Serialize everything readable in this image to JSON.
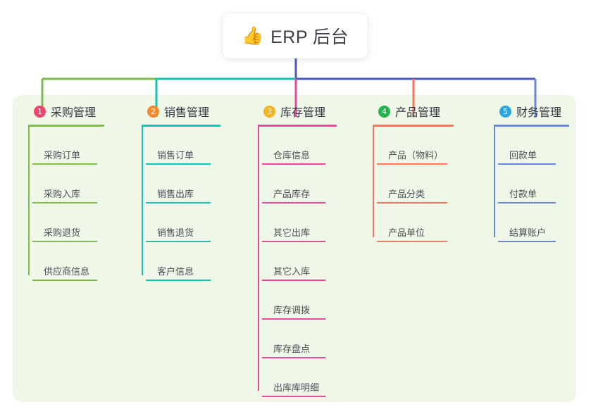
{
  "root": {
    "icon": "thumbs-up-emoji",
    "emoji": "👍",
    "title": "ERP 后台"
  },
  "diagram": {
    "type": "tree-mindmap",
    "background_panel_color": "#eff7e9",
    "trunk_color": "#4a5bc0",
    "columns": [
      {
        "number": "1",
        "title": "采购管理",
        "color": "#7cbb4c",
        "badge_color": "#f2456b",
        "items": [
          "采购订单",
          "采购入库",
          "采购退货",
          "供应商信息"
        ]
      },
      {
        "number": "2",
        "title": "销售管理",
        "color": "#18c2b0",
        "badge_color": "#f58b2c",
        "items": [
          "销售订单",
          "销售出库",
          "销售退货",
          "客户信息"
        ]
      },
      {
        "number": "3",
        "title": "库存管理",
        "color": "#ec4899",
        "badge_color": "#f5b322",
        "items": [
          "仓库信息",
          "产品库存",
          "其它出库",
          "其它入库",
          "库存调拨",
          "库存盘点",
          "出库库明细"
        ]
      },
      {
        "number": "4",
        "title": "产品管理",
        "color": "#f4765e",
        "badge_color": "#24b34c",
        "items": [
          "产品（物料）",
          "产品分类",
          "产品单位"
        ]
      },
      {
        "number": "5",
        "title": "财务管理",
        "color": "#6b86d6",
        "badge_color": "#2aa7e0",
        "items": [
          "回款单",
          "付款单",
          "结算账户"
        ]
      }
    ]
  }
}
